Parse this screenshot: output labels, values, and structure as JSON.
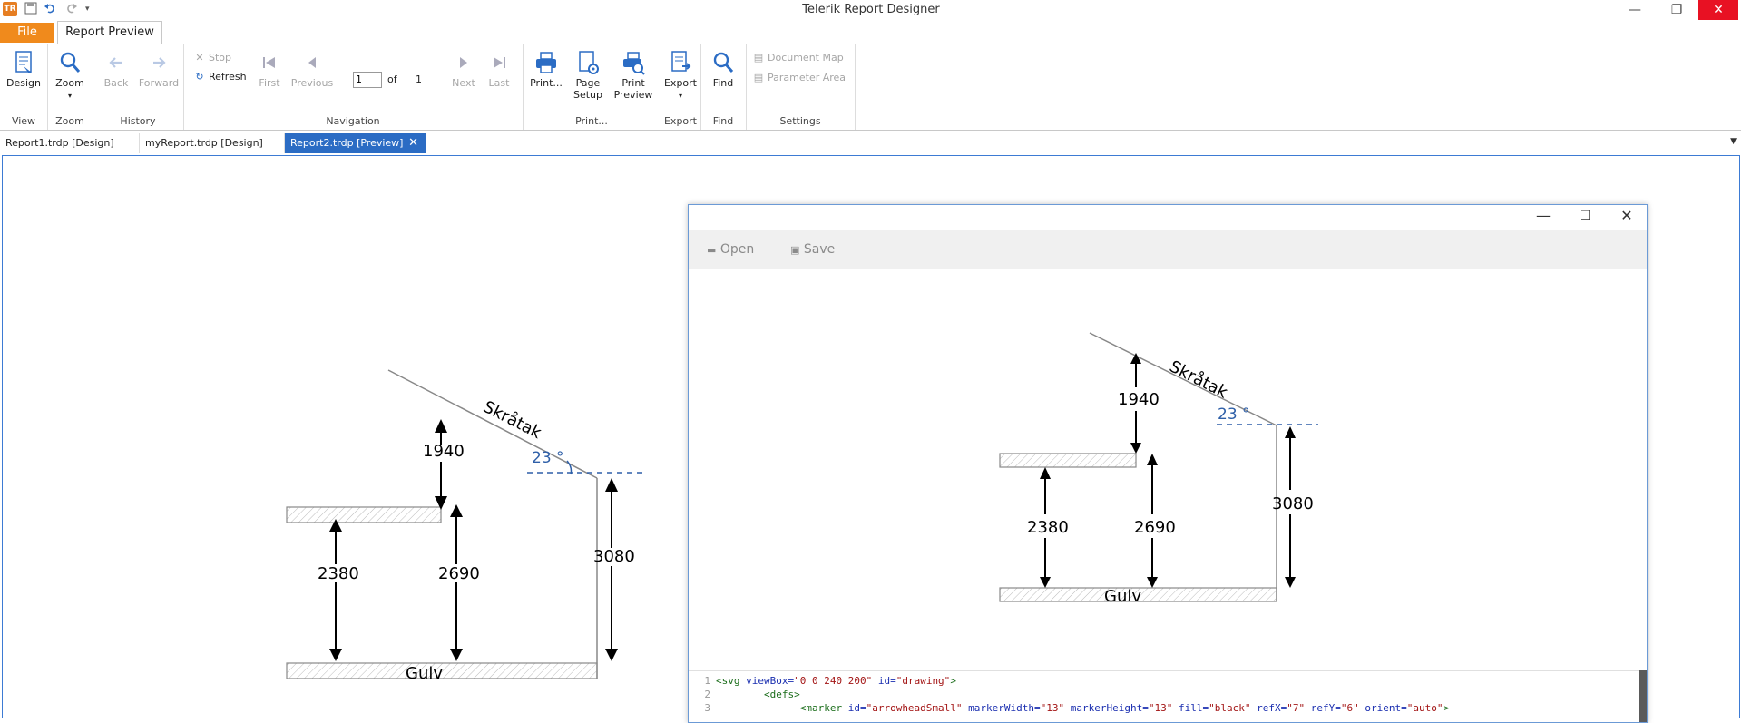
{
  "window": {
    "title": "Telerik Report Designer",
    "app_icon_label": "TR",
    "minimize": "—",
    "restore": "❐",
    "close": "✕"
  },
  "ribbon_tabs": {
    "file": "File",
    "report_preview": "Report Preview"
  },
  "ribbon": {
    "view": {
      "label": "View",
      "design": "Design"
    },
    "zoom": {
      "label": "Zoom",
      "zoom": "Zoom"
    },
    "history": {
      "label": "History",
      "back": "Back",
      "forward": "Forward"
    },
    "navigation": {
      "label": "Navigation",
      "stop": "Stop",
      "refresh": "Refresh",
      "first": "First",
      "previous": "Previous",
      "page_value": "1",
      "of": "of",
      "total_pages": "1",
      "next": "Next",
      "last": "Last"
    },
    "print": {
      "label": "Print...",
      "print": "Print...",
      "page_setup_1": "Page",
      "page_setup_2": "Setup",
      "print_preview_1": "Print",
      "print_preview_2": "Preview"
    },
    "export": {
      "label": "Export",
      "export": "Export"
    },
    "find": {
      "label": "Find",
      "find": "Find"
    },
    "settings": {
      "label": "Settings",
      "document_map": "Document Map",
      "parameter_area": "Parameter Area"
    }
  },
  "doc_tabs": [
    {
      "label": "Report1.trdp [Design]"
    },
    {
      "label": "myReport.trdp [Design]"
    },
    {
      "label": "Report2.trdp [Preview]"
    }
  ],
  "drawing": {
    "roof_label": "Skråtak",
    "angle_label": "23 °",
    "floor_label": "Gulv",
    "dim_1940": "1940",
    "dim_2380": "2380",
    "dim_2690": "2690",
    "dim_3080": "3080"
  },
  "popup": {
    "open": "Open",
    "save": "Save"
  },
  "code": {
    "lines": [
      {
        "n": "1",
        "indent": "",
        "tag": "<svg",
        "a1": " viewBox=",
        "v1": "\"0 0 240 200\"",
        "a2": " id=",
        "v2": "\"drawing\"",
        "end": ">"
      },
      {
        "n": "2",
        "indent": "        ",
        "tag": "<defs>"
      },
      {
        "n": "3",
        "indent": "              ",
        "tag": "<marker",
        "a1": " id=",
        "v1": "\"arrowheadSmall\"",
        "a2": " markerWidth=",
        "v2": "\"13\"",
        "a3": " markerHeight=",
        "v3": "\"13\"",
        "a4": " fill=",
        "v4": "\"black\"",
        "a5": " refX=",
        "v5": "\"7\"",
        "a6": " refY=",
        "v6": "\"6\"",
        "a7": " orient=",
        "v7": "\"auto\"",
        "end": ">"
      }
    ]
  },
  "colors": {
    "file_tab": "#f08a1c",
    "active_tab": "#2b6cc4",
    "angle_blue": "#2e5fa8",
    "window_close_red": "#e81123"
  }
}
